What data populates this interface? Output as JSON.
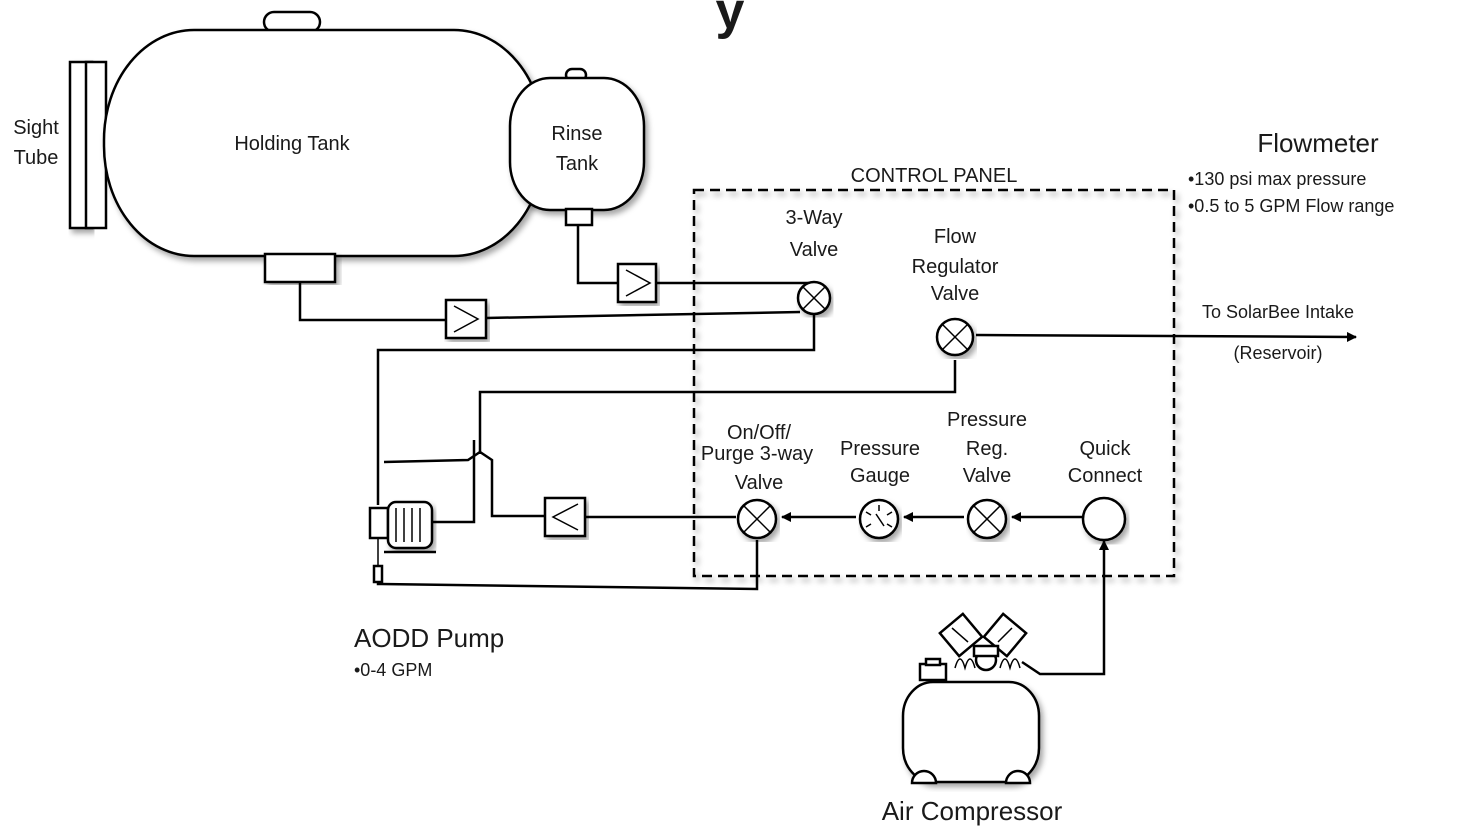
{
  "title_fragment": "y",
  "tanks": {
    "sight_tube": [
      "Sight",
      "Tube"
    ],
    "holding_tank": "Holding Tank",
    "rinse_tank": [
      "Rinse",
      "Tank"
    ]
  },
  "control_panel": {
    "title": "CONTROL PANEL",
    "three_way_valve": [
      "3-Way",
      "Valve"
    ],
    "flow_regulator_valve": [
      "Flow",
      "Regulator",
      "Valve"
    ],
    "onoff_valve": [
      "On/Off/",
      "Purge 3-way",
      "Valve"
    ],
    "pressure_gauge": [
      "Pressure",
      "Gauge"
    ],
    "pressure_reg_valve": [
      "Pressure",
      "Reg.",
      "Valve"
    ],
    "quick_connect": [
      "Quick",
      "Connect"
    ]
  },
  "flowmeter": {
    "title": "Flowmeter",
    "specs": [
      "•130 psi max pressure",
      "•0.5 to 5 GPM Flow range"
    ]
  },
  "outlet": {
    "line1": "To SolarBee Intake",
    "line2": "(Reservoir)"
  },
  "pump": {
    "title": "AODD Pump",
    "spec": "•0-4 GPM"
  },
  "compressor": {
    "title": "Air Compressor"
  }
}
